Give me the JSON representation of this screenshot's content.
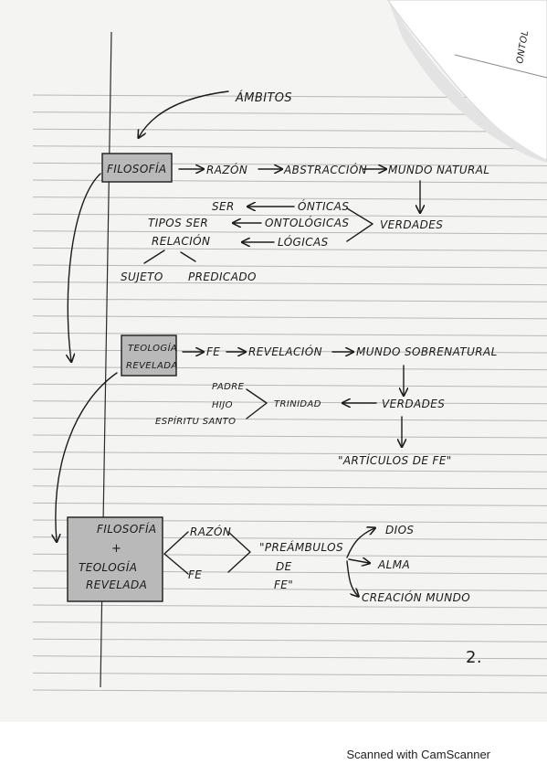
{
  "header_tab": "ONTOL",
  "ambitos": "ÁMBITOS",
  "filosofia": {
    "box": "FILOSOFÍA",
    "chain": [
      "RAZÓN",
      "ABSTRACCIÓN",
      "MUNDO NATURAL"
    ],
    "ser": "SER",
    "onticas": "ÓNTICAS",
    "tipos_ser": "TIPOS SER",
    "ontologicas": "ONTOLÓGICAS",
    "relacion": "RELACIÓN",
    "logicas": "LÓGICAS",
    "verdades": "VERDADES",
    "sujeto": "SUJETO",
    "predicado": "PREDICADO"
  },
  "teologia": {
    "box_line1": "TEOLOGÍA",
    "box_line2": "REVELADA",
    "chain": [
      "FE",
      "REVELACIÓN",
      "MUNDO SOBRENATURAL"
    ],
    "padre": "PADRE",
    "hijo": "HIJO",
    "espiritu": "ESPÍRITU SANTO",
    "trinidad": "TRINIDAD",
    "verdades": "VERDADES",
    "articulos": "\"ARTÍCULOS DE FE\""
  },
  "combinado": {
    "box_line1": "FILOSOFÍA",
    "plus": "+",
    "box_line2": "TEOLOGÍA",
    "box_line3": "REVELADA",
    "razon": "RAZÓN",
    "fe": "FE",
    "preambulos_1": "\"PREÁMBULOS",
    "preambulos_2": "DE",
    "preambulos_3": "FE\"",
    "dios": "DIOS",
    "alma": "ALMA",
    "creacion": "CREACIÓN MUNDO"
  },
  "page_number": "2.",
  "footer": "Scanned with CamScanner"
}
